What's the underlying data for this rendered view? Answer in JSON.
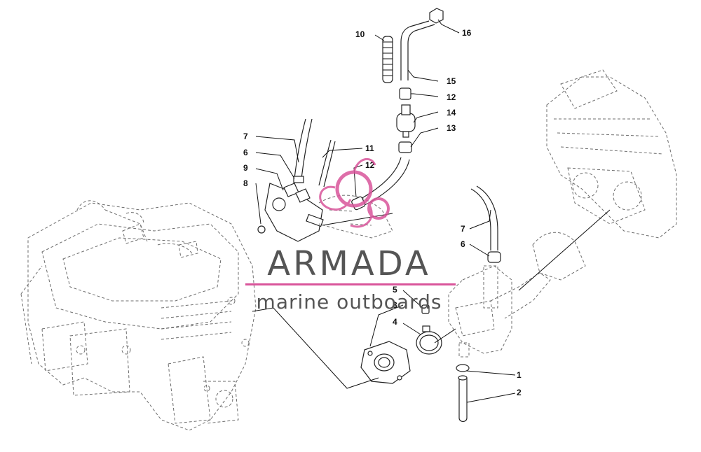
{
  "watermark": {
    "brand": "ARMADA",
    "tagline": "marine outboards",
    "accent_color": "#d9559b",
    "text_color": "#555555"
  },
  "callouts": [
    {
      "id": "c1",
      "text": "1"
    },
    {
      "id": "c2",
      "text": "2"
    },
    {
      "id": "c3",
      "text": "3"
    },
    {
      "id": "c4",
      "text": "4"
    },
    {
      "id": "c5",
      "text": "5"
    },
    {
      "id": "c6a",
      "text": "6"
    },
    {
      "id": "c6b",
      "text": "6"
    },
    {
      "id": "c7a",
      "text": "7"
    },
    {
      "id": "c7b",
      "text": "7"
    },
    {
      "id": "c8",
      "text": "8"
    },
    {
      "id": "c9",
      "text": "9"
    },
    {
      "id": "c10",
      "text": "10"
    },
    {
      "id": "c11",
      "text": "11"
    },
    {
      "id": "c12a",
      "text": "12"
    },
    {
      "id": "c12b",
      "text": "12"
    },
    {
      "id": "c13",
      "text": "13"
    },
    {
      "id": "c14",
      "text": "14"
    },
    {
      "id": "c15",
      "text": "15"
    },
    {
      "id": "c16",
      "text": "16"
    }
  ]
}
